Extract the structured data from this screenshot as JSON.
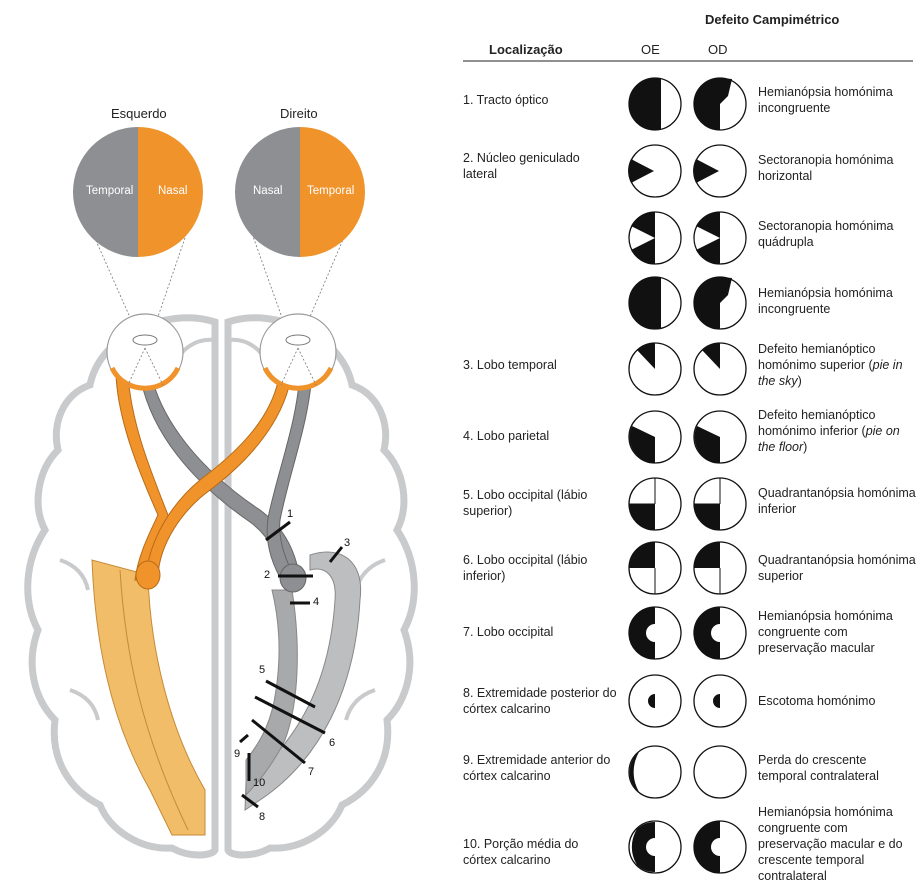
{
  "header": {
    "title": "Defeito Campimétrico",
    "col_location": "Localização",
    "col_oe": "OE",
    "col_od": "OD"
  },
  "eyes": {
    "left_label": "Esquerdo",
    "right_label": "Direito",
    "left_temporal": "Temporal",
    "left_nasal": "Nasal",
    "right_nasal": "Nasal",
    "right_temporal": "Temporal"
  },
  "lesion_numbers": [
    "1",
    "2",
    "3",
    "4",
    "5",
    "6",
    "7",
    "8",
    "9",
    "10"
  ],
  "rows": [
    {
      "location": "1. Tracto óptico",
      "desc": "Hemianópsia homónima incongruente"
    },
    {
      "location": "2. Núcleo geniculado lateral",
      "desc": "Sectoranopia homónima horizontal"
    },
    {
      "location": "",
      "desc": "Sectoranopia homónima quádrupla"
    },
    {
      "location": "",
      "desc": "Hemianópsia homónima incongruente"
    },
    {
      "location": "3. Lobo temporal",
      "desc_parts": [
        "Defeito hemianóptico homónimo superior (",
        "pie in the sky",
        ")"
      ]
    },
    {
      "location": "4. Lobo parietal",
      "desc_parts": [
        "Defeito hemianóptico homónimo inferior (",
        "pie on the floor",
        ")"
      ]
    },
    {
      "location": "5. Lobo occipital (lábio superior)",
      "desc": "Quadrantanópsia homónima inferior"
    },
    {
      "location": "6. Lobo occipital (lábio inferior)",
      "desc": "Quadrantanópsia homónima superior"
    },
    {
      "location": "7. Lobo occipital",
      "desc": "Hemianópsia homónima congruente com preservação macular"
    },
    {
      "location": "8. Extremidade posterior do córtex calcarino",
      "desc": "Escotoma homónimo"
    },
    {
      "location": "9. Extremidade anterior do córtex calcarino",
      "desc": "Perda do crescente temporal contralateral"
    },
    {
      "location": "10. Porção média do córtex calcarino",
      "desc": "Hemianópsia homónima congruente com preservação macular e do crescente temporal contralateral"
    }
  ],
  "colors": {
    "orange": "#f0932b",
    "light_orange": "#f2bd68",
    "gray": "#8e8f92",
    "light_gray": "#bdbec0",
    "black": "#111111"
  }
}
